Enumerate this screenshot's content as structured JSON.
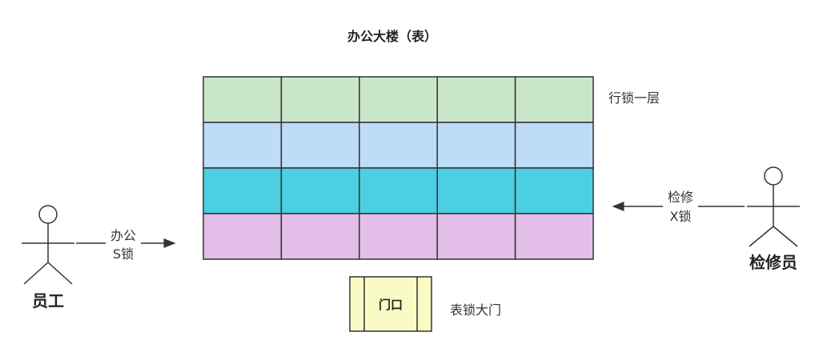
{
  "title": "办公大楼（表）",
  "grid": {
    "rows": [
      {
        "color": "#c9e6c9"
      },
      {
        "color": "#bcdcf7"
      },
      {
        "color": "#4ccfe2"
      },
      {
        "color": "#e2bee8"
      }
    ],
    "columns": 5,
    "border_color": "#333333"
  },
  "labels": {
    "row_lock": "行锁一层",
    "table_lock": "表锁大门"
  },
  "door": {
    "label": "门口",
    "fill": "#fafac4",
    "stroke": "#333333"
  },
  "employee": {
    "name": "员工",
    "edge_line1": "办公",
    "edge_line2": "S锁"
  },
  "repairman": {
    "name": "检修员",
    "edge_line1": "检修",
    "edge_line2": "X锁"
  }
}
